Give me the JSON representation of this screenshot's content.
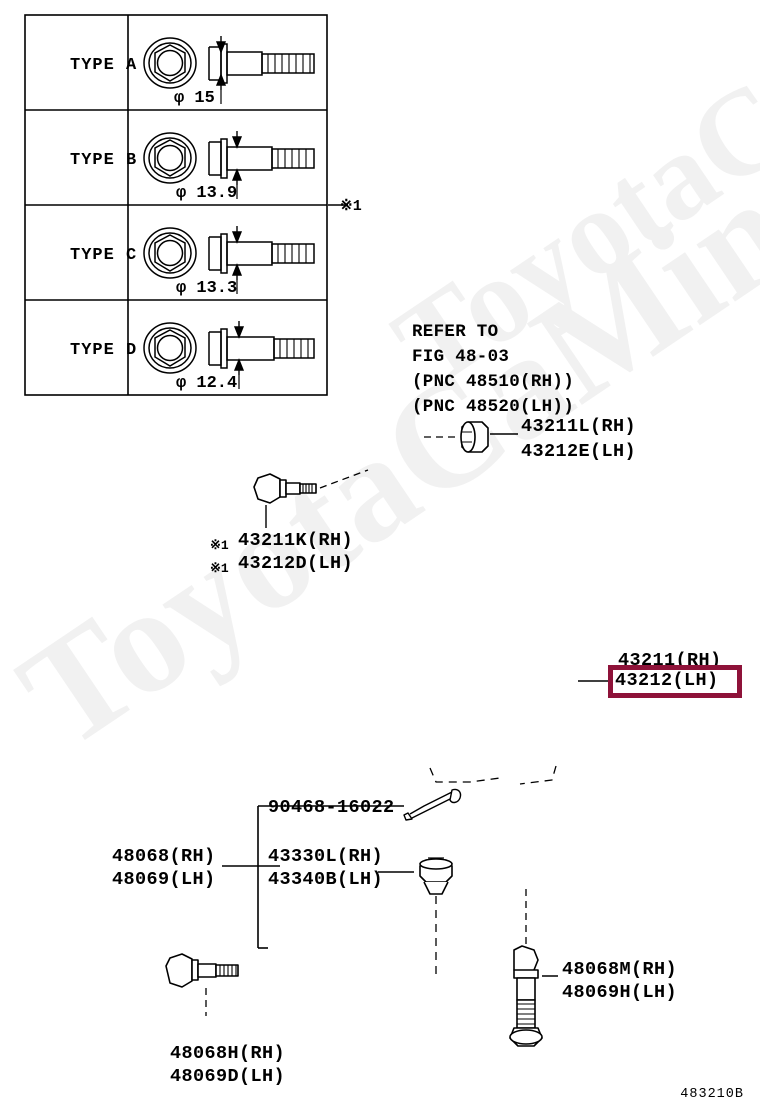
{
  "figure": {
    "id": "483210B",
    "watermark": "ToyotaCaMine.ru"
  },
  "bolt_type_table": {
    "rows": [
      {
        "type_label": "TYPE  A",
        "diameter": "φ 15",
        "icon": "hex-flange-bolt-icon"
      },
      {
        "type_label": "TYPE  B",
        "diameter": "φ 13.9",
        "icon": "hex-flange-bolt-icon"
      },
      {
        "type_label": "TYPE  C",
        "diameter": "φ 13.3",
        "icon": "hex-flange-bolt-icon"
      },
      {
        "type_label": "TYPE  D",
        "diameter": "φ 12.4",
        "icon": "hex-flange-bolt-icon"
      }
    ],
    "note_marker": "※1"
  },
  "callouts": {
    "refer": {
      "line1": "REFER TO",
      "line2": "FIG 48-03",
      "line3": "(PNC 48510(RH))",
      "line4": "(PNC 48520(LH))"
    },
    "knuckle_bolt_nut": {
      "rh": "43211L(RH)",
      "lh": "43212E(LH)"
    },
    "strut_bolts": {
      "marker1": "※1",
      "rh": "43211K(RH)",
      "marker2": "※1",
      "lh": "43212D(LH)"
    },
    "steering_knuckle": {
      "rh": "43211(RH)",
      "lh": "43212(LH)",
      "highlight_color": "#8e1239",
      "highlighted": "43212(LH)"
    },
    "cotter_pin": "90468-16022",
    "lower_arm": {
      "rh": "48068(RH)",
      "lh": "48069(LH)"
    },
    "ball_joint": {
      "rh": "43330L(RH)",
      "lh": "43340B(LH)"
    },
    "arm_front_bolt": {
      "rh": "48068H(RH)",
      "lh": "48069D(LH)"
    },
    "arm_rear_bolt": {
      "rh": "48068M(RH)",
      "lh": "48069H(LH)"
    }
  }
}
